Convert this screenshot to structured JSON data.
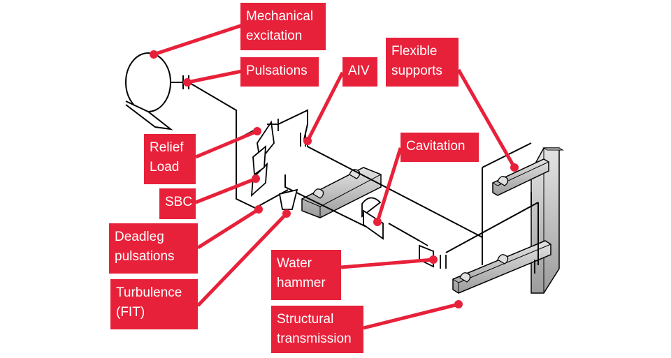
{
  "labels": {
    "mechanical_excitation": "Mechanical\nexcitation",
    "pulsations": "Pulsations",
    "aiv": "AIV",
    "flexible_supports": "Flexible\nsupports",
    "relief_load": "Relief\nLoad",
    "cavitation": "Cavitation",
    "sbc": "SBC",
    "deadleg_pulsations": "Deadleg\npulsations",
    "water_hammer": "Water\nhammer",
    "turbulence_fit": "Turbulence\n(FIT)",
    "structural_transmission": "Structural\ntransmission"
  },
  "colors": {
    "label_bg": "#e8213a",
    "label_text": "#ffffff",
    "leader": "#e8213a",
    "pipe": "#000000",
    "beam": "#c8c8c8"
  }
}
